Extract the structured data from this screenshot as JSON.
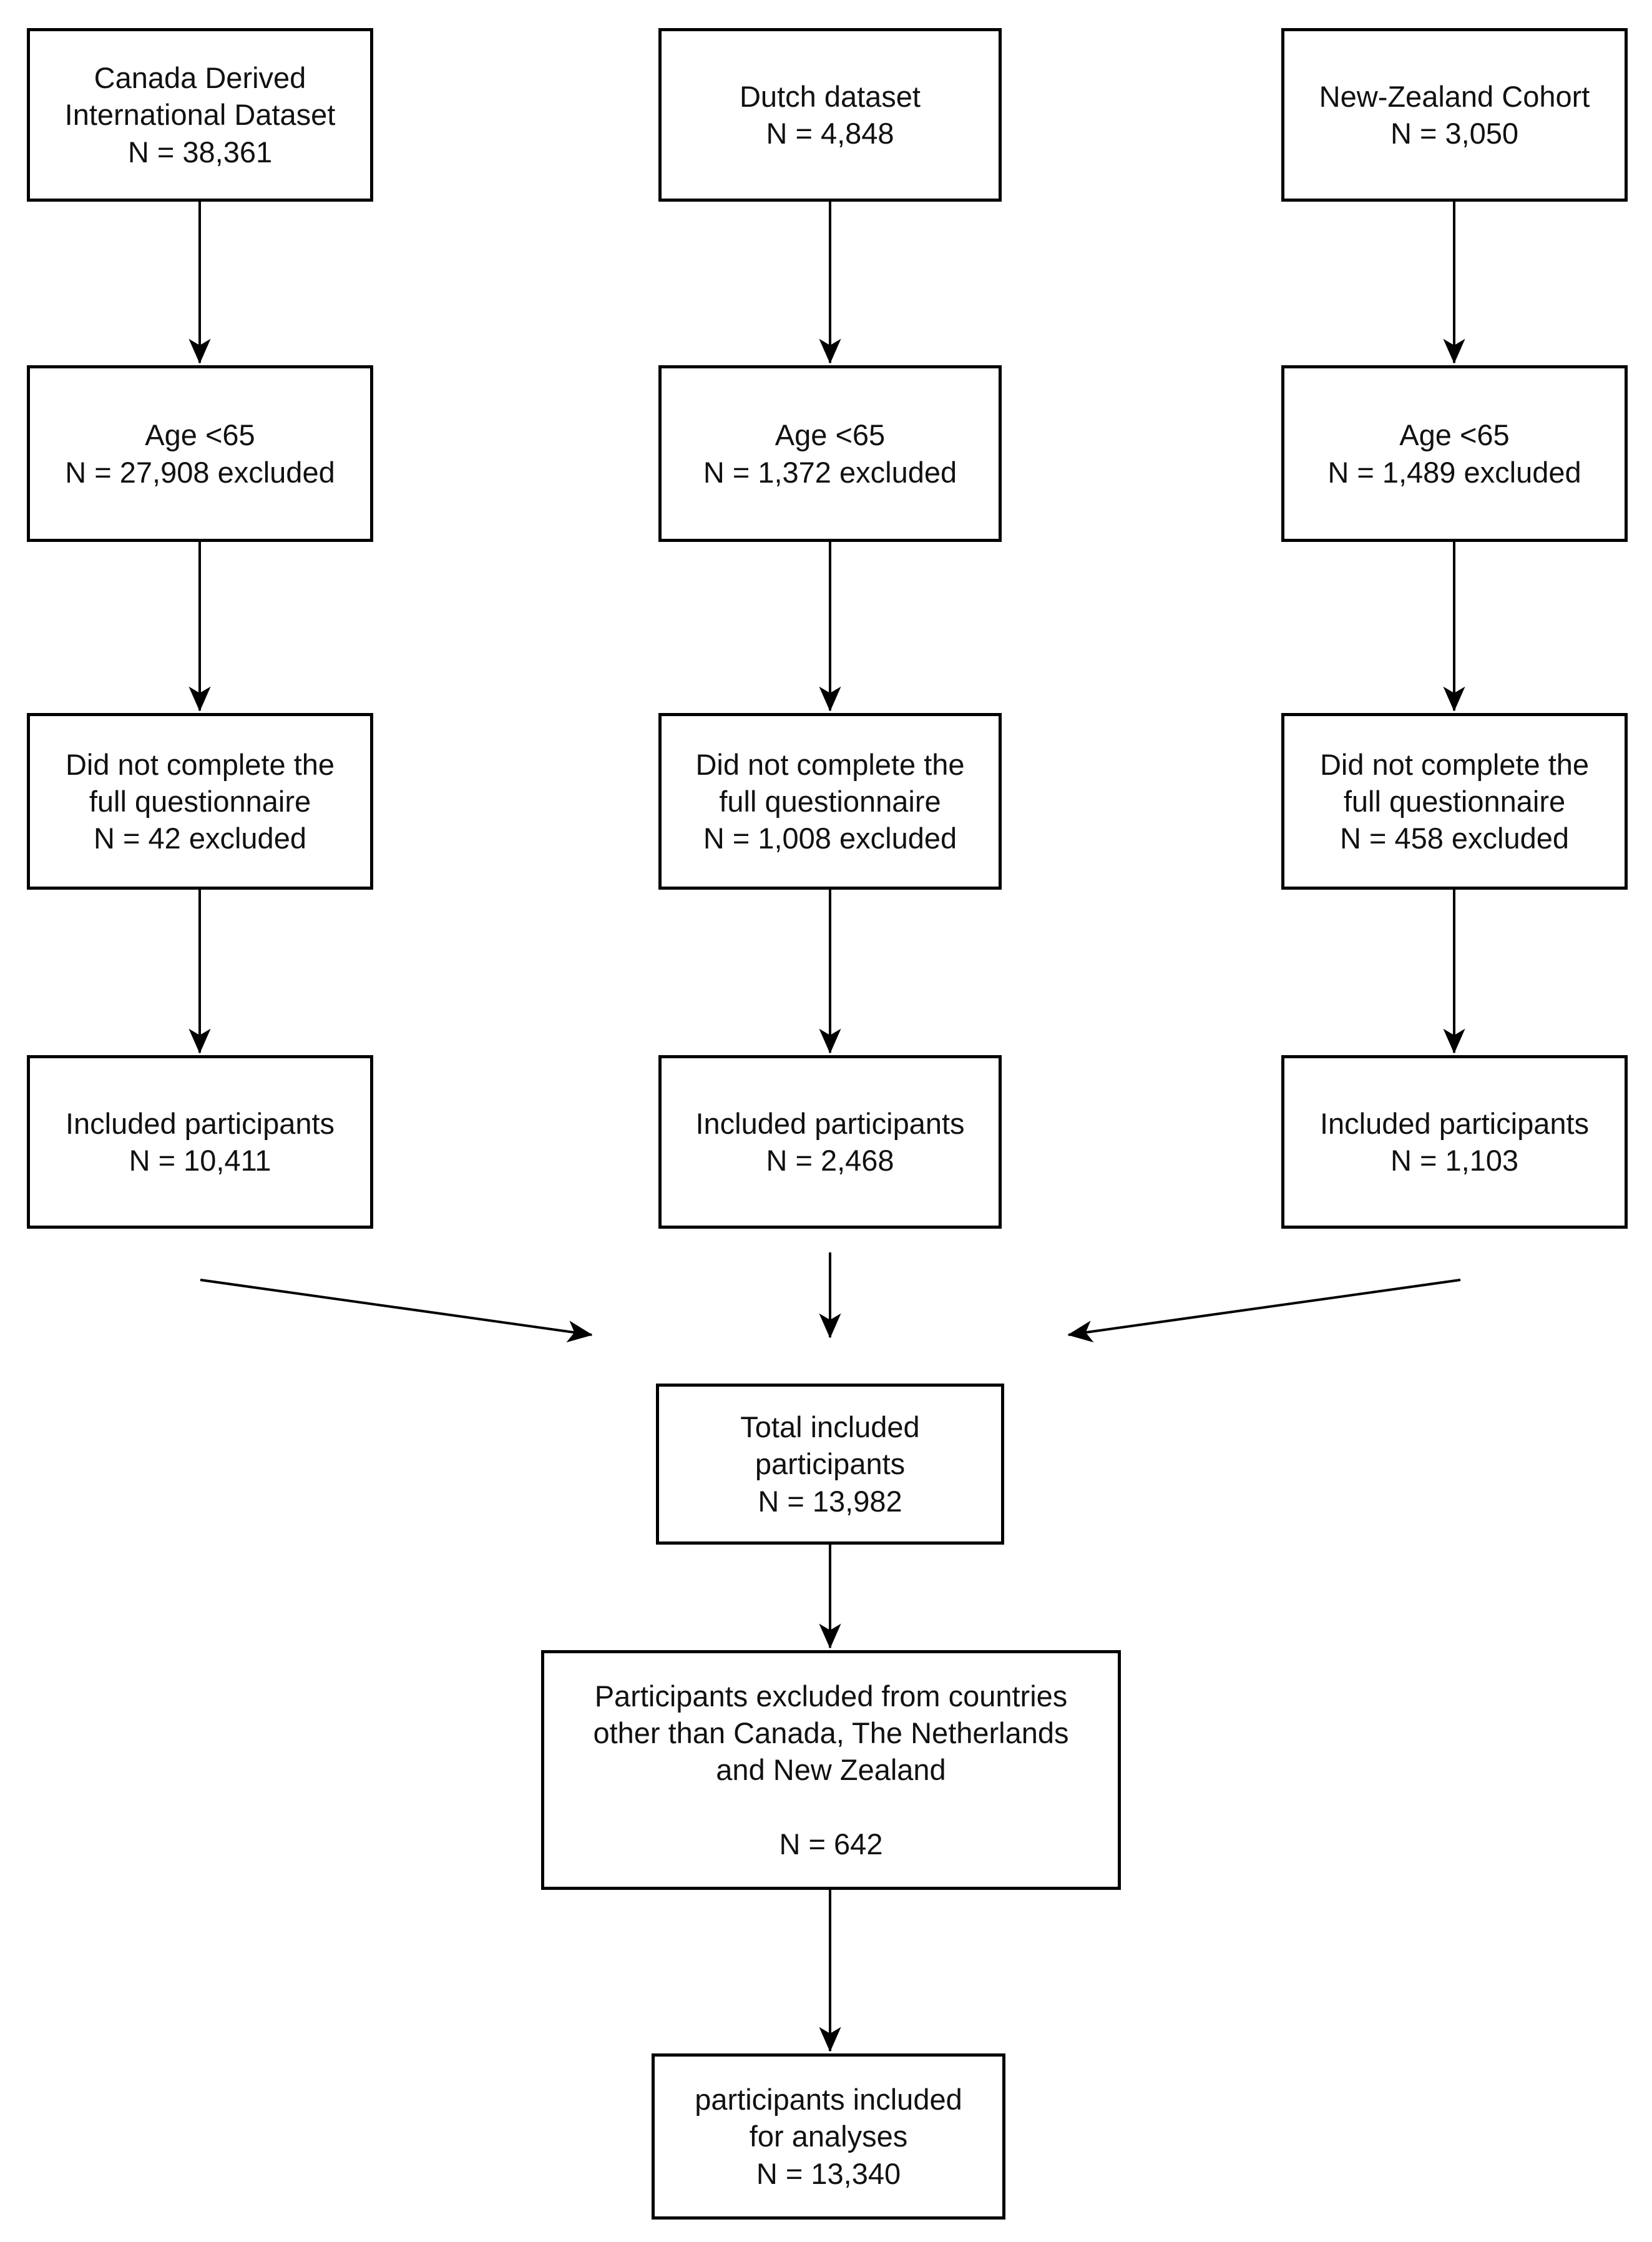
{
  "figure": {
    "background_color": "#ffffff",
    "line_color": "#000000",
    "text_color": "#111111"
  },
  "columns": [
    {
      "id": "canada",
      "source": {
        "lines": [
          "Canada Derived",
          "International Dataset",
          "N = 38,361"
        ]
      },
      "age_exclusion": {
        "lines": [
          "Age <65",
          "N = 27,908 excluded"
        ]
      },
      "questionnaire_exclusion": {
        "lines": [
          "Did not complete the",
          "full questionnaire",
          "N = 42 excluded"
        ]
      },
      "included": {
        "lines": [
          "Included participants",
          "N = 10,411"
        ]
      }
    },
    {
      "id": "dutch",
      "source": {
        "lines": [
          "Dutch dataset",
          "N = 4,848"
        ]
      },
      "age_exclusion": {
        "lines": [
          "Age <65",
          "N = 1,372 excluded"
        ]
      },
      "questionnaire_exclusion": {
        "lines": [
          "Did not complete the",
          "full questionnaire",
          "N = 1,008 excluded"
        ]
      },
      "included": {
        "lines": [
          "Included participants",
          "N = 2,468"
        ]
      }
    },
    {
      "id": "new-zealand",
      "source": {
        "lines": [
          "New-Zealand Cohort",
          "N = 3,050"
        ]
      },
      "age_exclusion": {
        "lines": [
          "Age <65",
          "N = 1,489 excluded"
        ]
      },
      "questionnaire_exclusion": {
        "lines": [
          "Did not complete the",
          "full questionnaire",
          "N = 458 excluded"
        ]
      },
      "included": {
        "lines": [
          "Included participants",
          "N = 1,103"
        ]
      }
    }
  ],
  "merge": {
    "total": {
      "lines": [
        "Total included",
        "participants",
        "N = 13,982"
      ]
    },
    "country_exclusion": {
      "lines": [
        "Participants excluded from countries",
        "other than Canada, The Netherlands",
        "and New Zealand",
        "",
        "N = 642"
      ]
    },
    "final": {
      "lines": [
        "participants included",
        "for analyses",
        "N = 13,340"
      ]
    }
  }
}
